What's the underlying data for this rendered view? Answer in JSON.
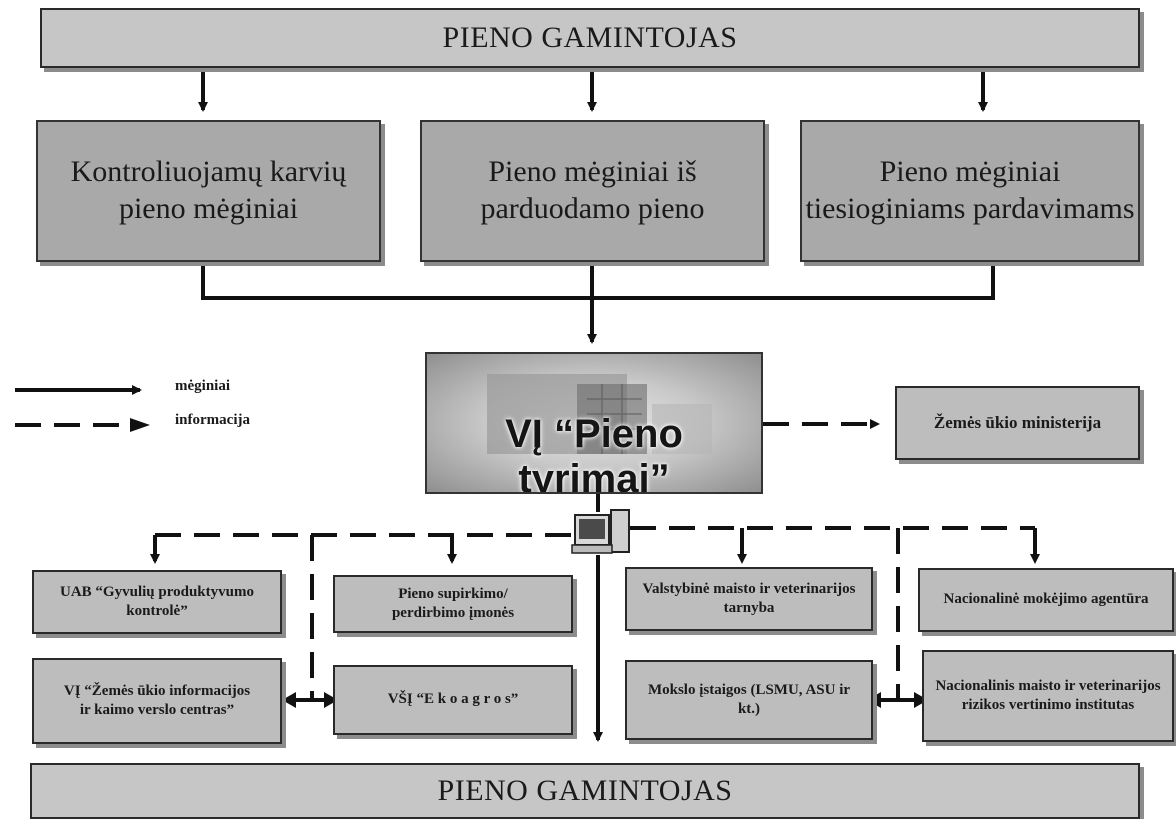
{
  "top_banner": "PIENO GAMINTOJAS",
  "bottom_banner": "PIENO GAMINTOJAS",
  "sample_sources": [
    "Kontroliuojamų karvių pieno mėginiai",
    "Pieno mėginiai iš parduodamo pieno",
    "Pieno mėginiai tiesioginiams pardavimams"
  ],
  "center": "VĮ “Pieno tyrimai”",
  "legend": {
    "samples": "mėginiai",
    "information": "informacija"
  },
  "ministry": "Žemės ūkio ministerija",
  "recipients": {
    "uab": "UAB “Gyvulių produktyvumo kontrolė”",
    "processors": "Pieno supirkimo/ perdirbimo įmonės",
    "vmvt": "Valstybinė maisto ir veterinarijos tarnyba",
    "nma": "Nacionalinė mokėjimo agentūra",
    "vi_center": "VĮ “Žemės ūkio informacijos ir kaimo verslo centras”",
    "vsi": "VŠĮ “E k o a g r o s”",
    "science": "Mokslo įstaigos (LSMU, ASU ir kt.)",
    "institute": "Nacionalinis maisto ir veterinarijos rizikos vertinimo institutas"
  }
}
